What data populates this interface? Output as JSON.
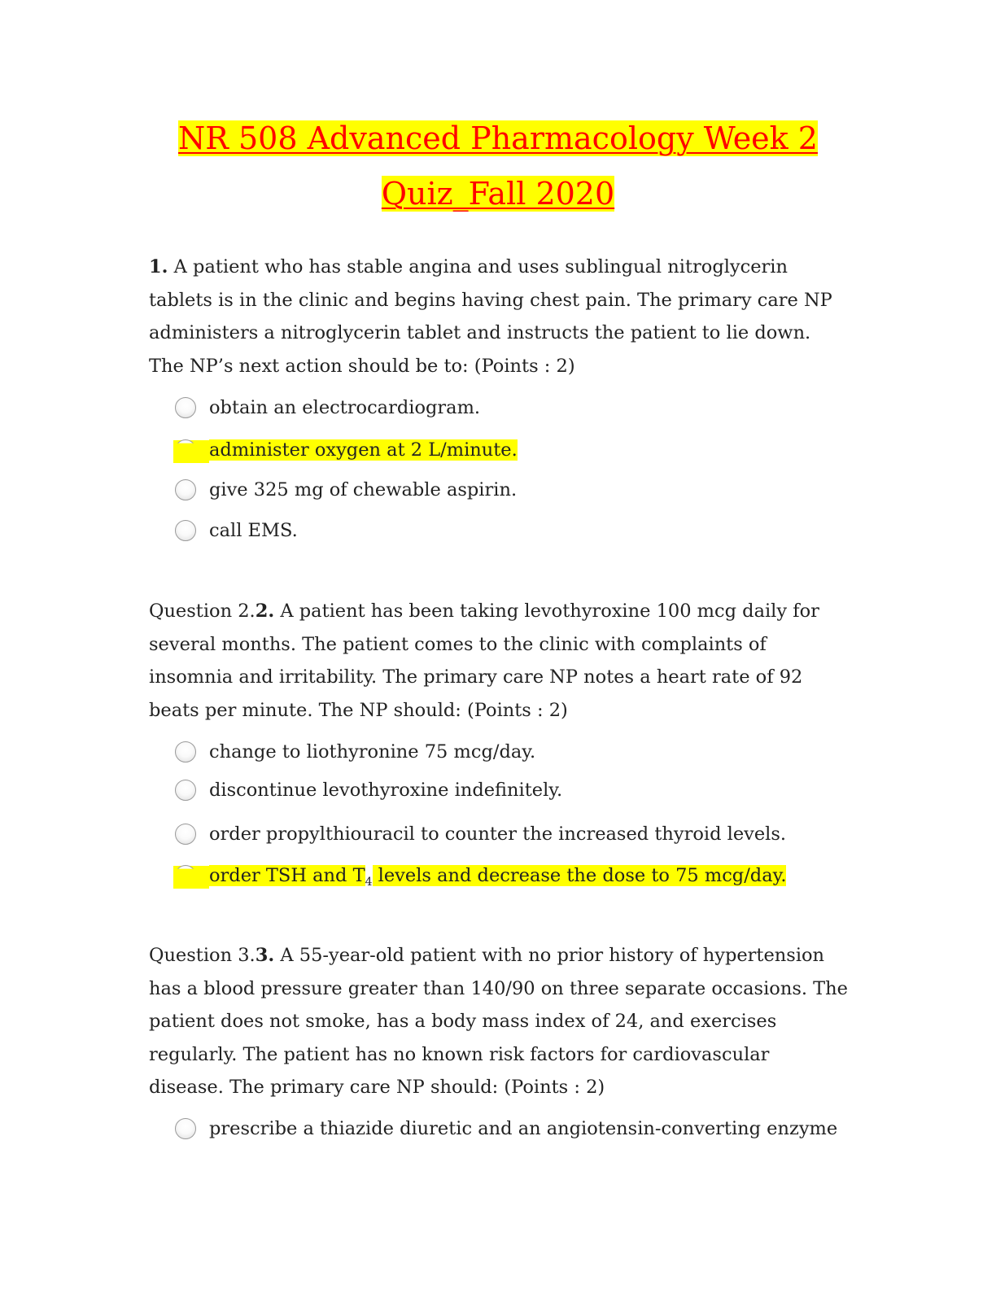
{
  "title": {
    "line1": "NR 508 Advanced Pharmacology Week 2 ",
    "line2": "Quiz_Fall 2020"
  },
  "questions": [
    {
      "prefix": "",
      "number": "1.",
      "text": " A patient who has stable angina and uses sublingual nitroglycerin tablets is in the clinic and begins having chest pain. The primary care NP administers a nitroglycerin tablet and instructs the patient to lie down. The NP’s next action should be to: (Points : 2)",
      "options": [
        {
          "label": "obtain an electrocardiogram.",
          "highlighted": false
        },
        {
          "label": "administer oxygen at 2 L/minute.",
          "highlighted": true
        },
        {
          "label": "give 325 mg of chewable aspirin.",
          "highlighted": false
        },
        {
          "label": "call EMS.",
          "highlighted": false
        }
      ]
    },
    {
      "prefix": "Question 2.",
      "number": "2.",
      "text": " A patient has been taking levothyroxine 100 mcg daily for several months. The patient comes to the clinic with complaints of insomnia and irritability. The primary care NP notes a heart rate of 92 beats per minute. The NP should: (Points : 2)",
      "options": [
        {
          "label": "change to liothyronine 75 mcg/day.",
          "highlighted": false
        },
        {
          "label": "discontinue levothyroxine indefinitely.",
          "highlighted": false
        },
        {
          "label": "order propylthiouracil to counter the increased thyroid levels.",
          "highlighted": false
        },
        {
          "label_a": "order TSH and T",
          "label_sub": "4",
          "label_b": " levels and decrease the dose to 75 mcg/day.",
          "highlighted": true
        }
      ]
    },
    {
      "prefix": "Question 3.",
      "number": "3.",
      "text": " A 55-year-old patient with no prior history of hypertension has a blood pressure greater than 140/90 on three separate occasions. The patient does not smoke, has a body mass index of 24, and exercises regularly. The patient has no known risk factors for cardiovascular disease. The primary care NP should: (Points : 2)",
      "options": [
        {
          "label": "prescribe a thiazide diuretic and an angiotensin-converting enzyme",
          "highlighted": false
        }
      ]
    }
  ],
  "colors": {
    "title": "#ff0000",
    "highlight": "#ffff00"
  }
}
